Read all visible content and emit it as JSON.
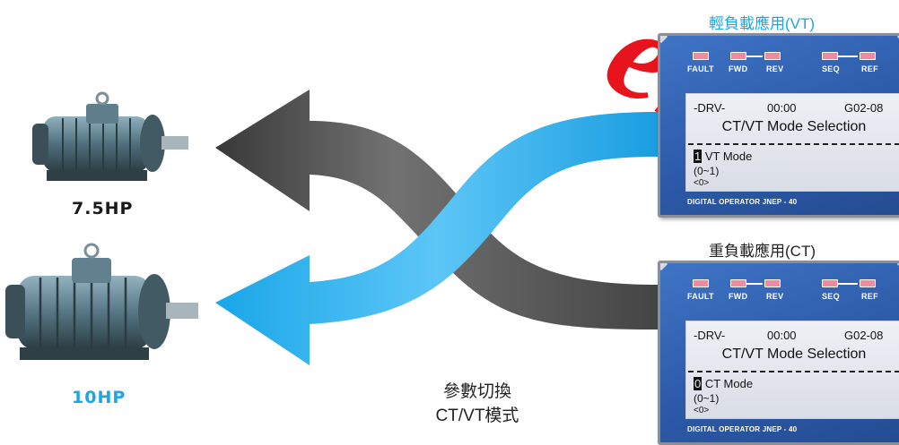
{
  "watermark": "ent",
  "motors": [
    {
      "label": "7.5HP",
      "color": "#1a1a1a"
    },
    {
      "label": "10HP",
      "color": "#1aa6e8"
    }
  ],
  "panels": [
    {
      "caption": "輕負載應用(VT)",
      "caption_color": "#1aa6e8",
      "leds": [
        "FAULT",
        "FWD",
        "REV",
        "SEQ",
        "REF"
      ],
      "line1": [
        "-DRV-",
        "00:00",
        "G02-08"
      ],
      "title": "CT/VT Mode Selection",
      "mode_index": "1",
      "mode_text": " VT Mode",
      "range": "(0~1)",
      "default": "<0>",
      "operator": "DIGITAL OPERATOR JNEP - 40"
    },
    {
      "caption": "重負載應用(CT)",
      "caption_color": "#222222",
      "leds": [
        "FAULT",
        "FWD",
        "REV",
        "SEQ",
        "REF"
      ],
      "line1": [
        "-DRV-",
        "00:00",
        "G02-08"
      ],
      "title": "CT/VT Mode Selection",
      "mode_index": "0",
      "mode_text": " CT Mode",
      "range": "(0~1)",
      "default": "<0>",
      "operator": "DIGITAL OPERATOR JNEP - 40"
    }
  ],
  "switch_caption": {
    "line1": "參數切換",
    "line2": "CT/VT模式"
  },
  "colors": {
    "blue_arrow": "#1aa6e8",
    "gray_arrow": "#505050",
    "panel_blue": "#2c5aa8"
  },
  "icons": [
    "motor-icon",
    "arrow-icon"
  ]
}
